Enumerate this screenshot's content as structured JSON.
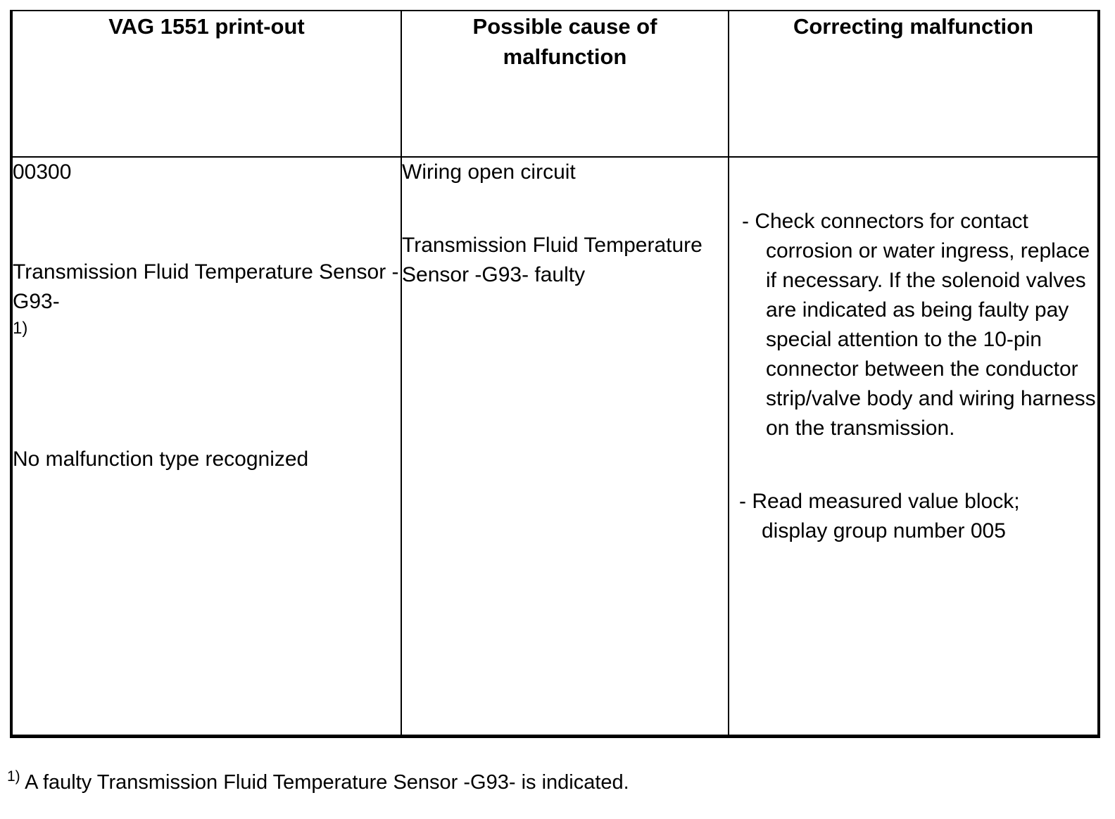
{
  "table": {
    "headers": [
      "VAG 1551 print-out",
      "Possible cause of malfunction",
      "Correcting malfunction"
    ],
    "header_lines": {
      "col2_line1": "Possible cause of",
      "col2_line2": "malfunction"
    },
    "row": {
      "col1": {
        "fault_code": "00300",
        "component": "Transmission Fluid Temperature Sensor -G93-",
        "footnote_marker": "1)",
        "malfunction_type": "No malfunction type recognized"
      },
      "col2": {
        "cause_1": "Wiring open circuit",
        "cause_2": "Transmission Fluid Temperature Sensor -G93- faulty"
      },
      "col3": {
        "action_1": "- Check connectors for contact corrosion or water ingress, replace if necessary. If the solenoid valves are indicated as being faulty pay special attention to the 10-pin connector between the conductor strip/valve body and wiring harness on the transmission.",
        "action_2_line1": "- Read measured value block;",
        "action_2_line2": "display group number 005",
        "display_group_number": "005"
      }
    }
  },
  "footnote": {
    "marker": "1)",
    "text": "A faulty Transmission Fluid Temperature Sensor -G93- is indicated."
  },
  "colors": {
    "text": "#000000",
    "background": "#ffffff",
    "border": "#000000"
  }
}
